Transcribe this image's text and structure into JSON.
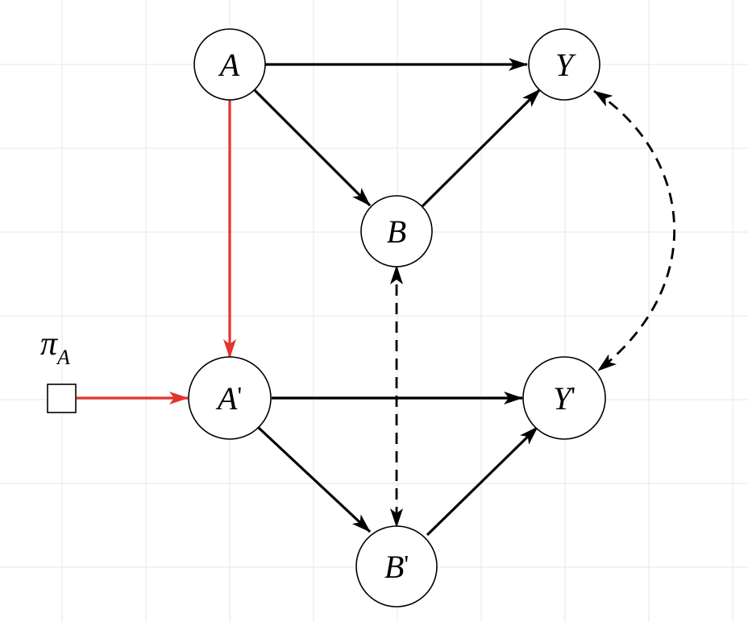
{
  "colors": {
    "background": "#ffffff",
    "grid": "#e6e6e6",
    "edge": "#000000",
    "intervention": "#e3342f"
  },
  "policy": {
    "symbol": "π",
    "subscript": "A"
  },
  "nodes": {
    "A": {
      "label": "A",
      "prime": ""
    },
    "Y": {
      "label": "Y",
      "prime": ""
    },
    "B": {
      "label": "B",
      "prime": ""
    },
    "A_prime": {
      "label": "A",
      "prime": "'"
    },
    "Y_prime": {
      "label": "Y",
      "prime": "'"
    },
    "B_prime": {
      "label": "B",
      "prime": "'"
    }
  },
  "edges": [
    {
      "from": "A",
      "to": "Y",
      "style": "solid",
      "color": "black"
    },
    {
      "from": "A",
      "to": "B",
      "style": "solid",
      "color": "black"
    },
    {
      "from": "B",
      "to": "Y",
      "style": "solid",
      "color": "black"
    },
    {
      "from": "A",
      "to": "A'",
      "style": "solid",
      "color": "red"
    },
    {
      "from": "πA",
      "to": "A'",
      "style": "solid",
      "color": "red"
    },
    {
      "from": "A'",
      "to": "Y'",
      "style": "solid",
      "color": "black"
    },
    {
      "from": "A'",
      "to": "B'",
      "style": "solid",
      "color": "black"
    },
    {
      "from": "B'",
      "to": "Y'",
      "style": "solid",
      "color": "black"
    },
    {
      "from": "B",
      "to": "B'",
      "style": "dashed-bidirected",
      "color": "black"
    },
    {
      "from": "Y",
      "to": "Y'",
      "style": "dashed-bidirected",
      "color": "black"
    }
  ]
}
